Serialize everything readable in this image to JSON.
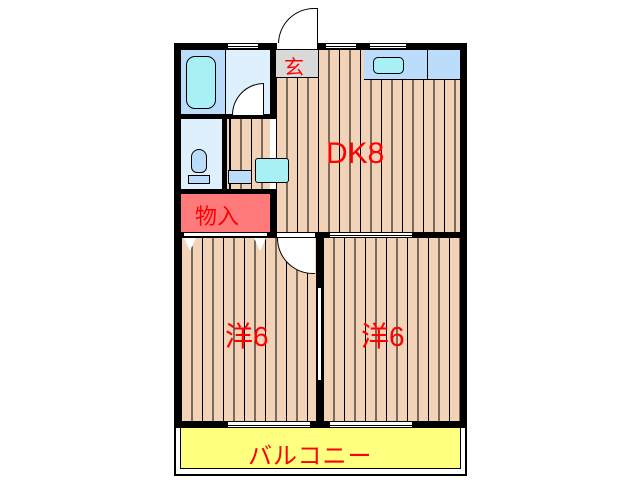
{
  "floorplan": {
    "rooms": {
      "entrance": {
        "label": "玄",
        "fill": "#d9d9d9"
      },
      "dining_kitchen": {
        "label": "DK8",
        "fill": "#f3d3b8"
      },
      "storage": {
        "label": "物入",
        "fill": "#ff7b7b"
      },
      "western_room_left": {
        "label": "洋6",
        "fill": "#f3d3b8"
      },
      "western_room_right": {
        "label": "洋6",
        "fill": "#f3d3b8"
      },
      "balcony": {
        "label": "バルコニー",
        "fill": "#ffff80"
      },
      "bathroom": {
        "label": "",
        "fill": "#bcdcfb"
      },
      "toilet": {
        "label": "",
        "fill": "#dff0fd"
      }
    },
    "label_color": "#ff0000",
    "wall_color": "#000000"
  }
}
